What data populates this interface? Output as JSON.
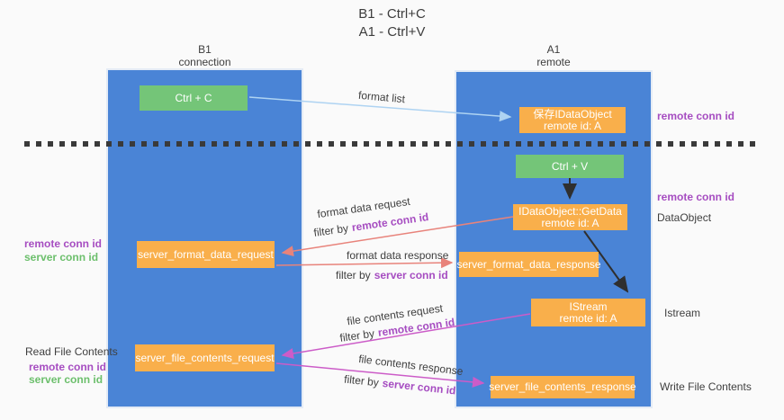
{
  "title": {
    "line1": "B1 - Ctrl+C",
    "line2": "A1 - Ctrl+V"
  },
  "columns": {
    "left": {
      "name": "B1",
      "subtitle": "connection"
    },
    "right": {
      "name": "A1",
      "subtitle": "remote"
    }
  },
  "nodes": {
    "ctrl_c": {
      "label": "Ctrl + C"
    },
    "ctrl_v": {
      "label": "Ctrl + V"
    },
    "saved_dataobject": {
      "line1": "保存IDataObject",
      "line2": "remote id: A"
    },
    "getdata": {
      "line1": "IDataObject::GetData",
      "line2": "remote id: A"
    },
    "istream": {
      "line1": "IStream",
      "line2": "remote id: A"
    },
    "server_format_data_request": {
      "label": "server_format_data_request"
    },
    "server_format_data_response": {
      "label": "server_format_data_response"
    },
    "server_file_contents_request": {
      "label": "server_file_contents_request"
    },
    "server_file_contents_response": {
      "label": "server_file_contents_response"
    }
  },
  "flow_labels": {
    "format_list": "format list",
    "format_data_request": "format data request",
    "format_data_response": "format data response",
    "file_contents_request": "file contents request",
    "file_contents_response": "file contents response",
    "filter_by": "filter by",
    "remote_conn_id": "remote conn id",
    "server_conn_id": "server conn id"
  },
  "side_labels": {
    "remote_conn_id": "remote conn id",
    "server_conn_id": "server conn id",
    "dataobject": "DataObject",
    "istream": "Istream",
    "read_file_contents": "Read File Contents",
    "write_file_contents": "Write File Contents"
  },
  "colors": {
    "background": "#fafafa",
    "column_blue": "#4a84d6",
    "node_green": "#74c578",
    "node_orange": "#f9af4b",
    "arrow_light_blue": "#aed3f2",
    "arrow_salmon": "#e8837b",
    "arrow_magenta": "#cc5cc8",
    "arrow_black": "#2f2f2f",
    "label_purple": "#a64dc1",
    "label_green": "#6cbf6c"
  }
}
